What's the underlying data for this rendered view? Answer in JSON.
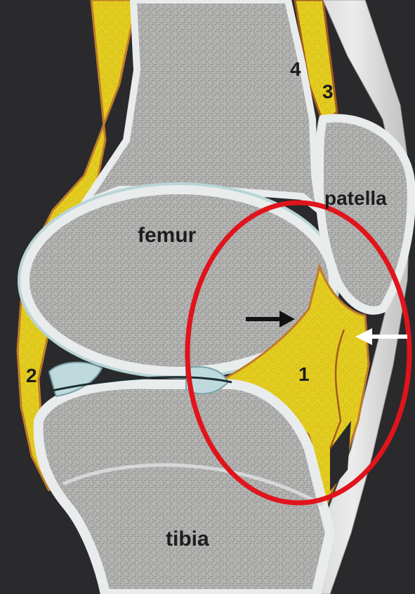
{
  "labels": {
    "femur": "femur",
    "patella": "patella",
    "tibia": "tibia",
    "num_1": "1",
    "num_2": "2",
    "num_3": "3",
    "num_4": "4"
  },
  "colors": {
    "background": "#2a2a2c",
    "bone_spongy": "#a9a9a7",
    "cortex": "#e9ecec",
    "cartilage": "#bfdadd",
    "fat": "#e2cc1f",
    "fat_edge": "#c07a2a",
    "ligament": "#dcdcdc",
    "highlight_ellipse": "#e0141c",
    "arrow_black": "#111111",
    "arrow_white": "#ffffff"
  },
  "annotations": {
    "highlight": "red-ellipse",
    "arrows": [
      "black-arrow",
      "white-arrow"
    ]
  }
}
